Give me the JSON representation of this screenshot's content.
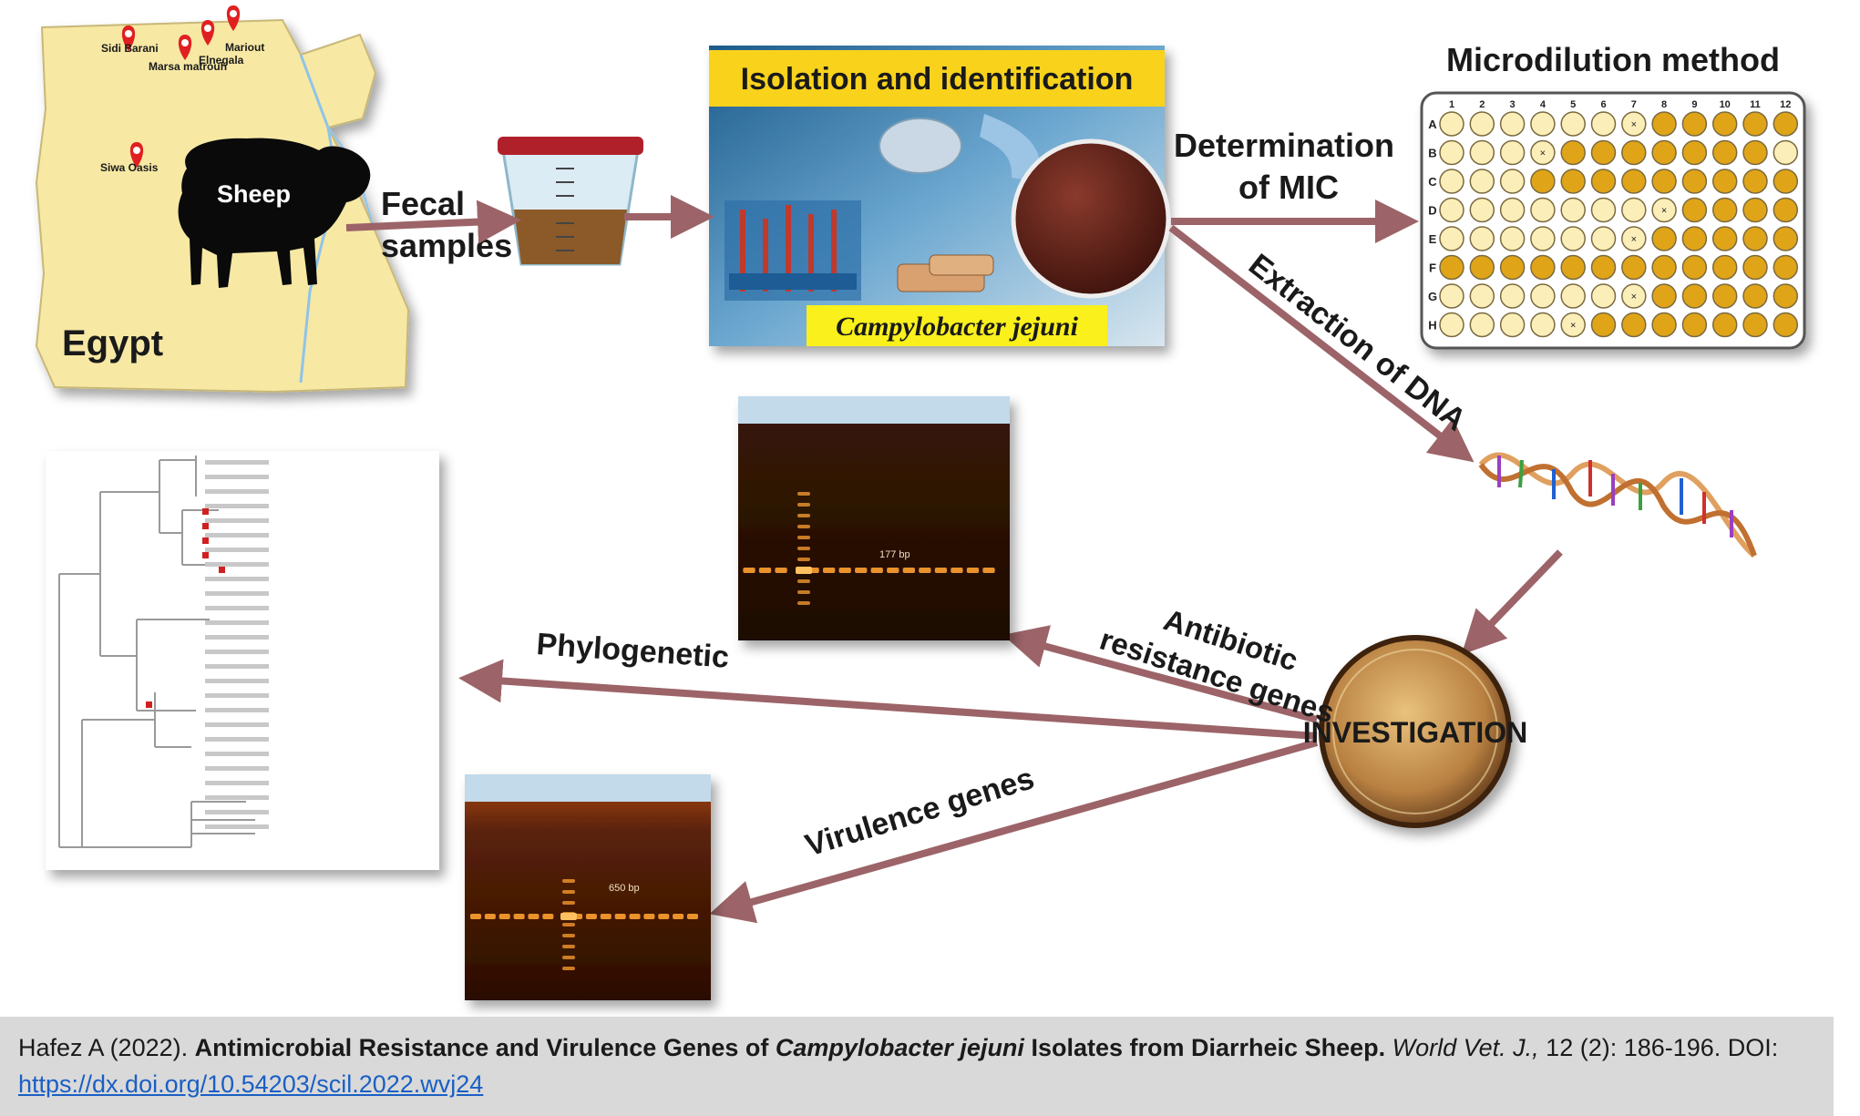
{
  "map": {
    "country": "Egypt",
    "animal": "Sheep",
    "locations": [
      "Sidi Barani",
      "Marsa matrouh",
      "Elnegala",
      "Mariout",
      "Siwa Oasis"
    ]
  },
  "steps": {
    "fecal_samples": [
      "Fecal",
      "samples"
    ],
    "isolation_title": "Isolation and identification",
    "organism": "Campylobacter jejuni",
    "determination_mic": [
      "Determination",
      "of MIC"
    ],
    "microdilution_title": "Microdilution method",
    "extraction_dna": "Extraction of DNA",
    "investigation": "INVESTIGATION",
    "antibiotic_resistance": [
      "Antibiotic",
      "resistance genes"
    ],
    "phylogenetic": "Phylogenetic",
    "virulence": "Virulence genes"
  },
  "plate": {
    "rows": [
      "A",
      "B",
      "C",
      "D",
      "E",
      "F",
      "G",
      "H"
    ],
    "cols": [
      "1",
      "2",
      "3",
      "4",
      "5",
      "6",
      "7",
      "8",
      "9",
      "10",
      "11",
      "12"
    ]
  },
  "gels": {
    "resistance_band": "177 bp",
    "virulence_band": "650 bp"
  },
  "citation": {
    "authors_year": "Hafez A (2022).",
    "title_part1": "Antimicrobial Resistance and Virulence Genes of",
    "title_italic": "Campylobacter jejuni",
    "title_part2": "Isolates from Diarrheic Sheep.",
    "journal": "World Vet. J.,",
    "volume_pages": "12 (2): 186-196. DOI:",
    "doi_url": "https://dx.doi.org/10.54203/scil.2022.wvj24"
  },
  "colors": {
    "arrow": "#9c6468",
    "map_fill": "#f7e8a4",
    "well_gold": "#e0a418",
    "well_pale": "#fbeeb8",
    "gel_band": "#ffa030",
    "citation_bg": "#d9d9d9"
  }
}
